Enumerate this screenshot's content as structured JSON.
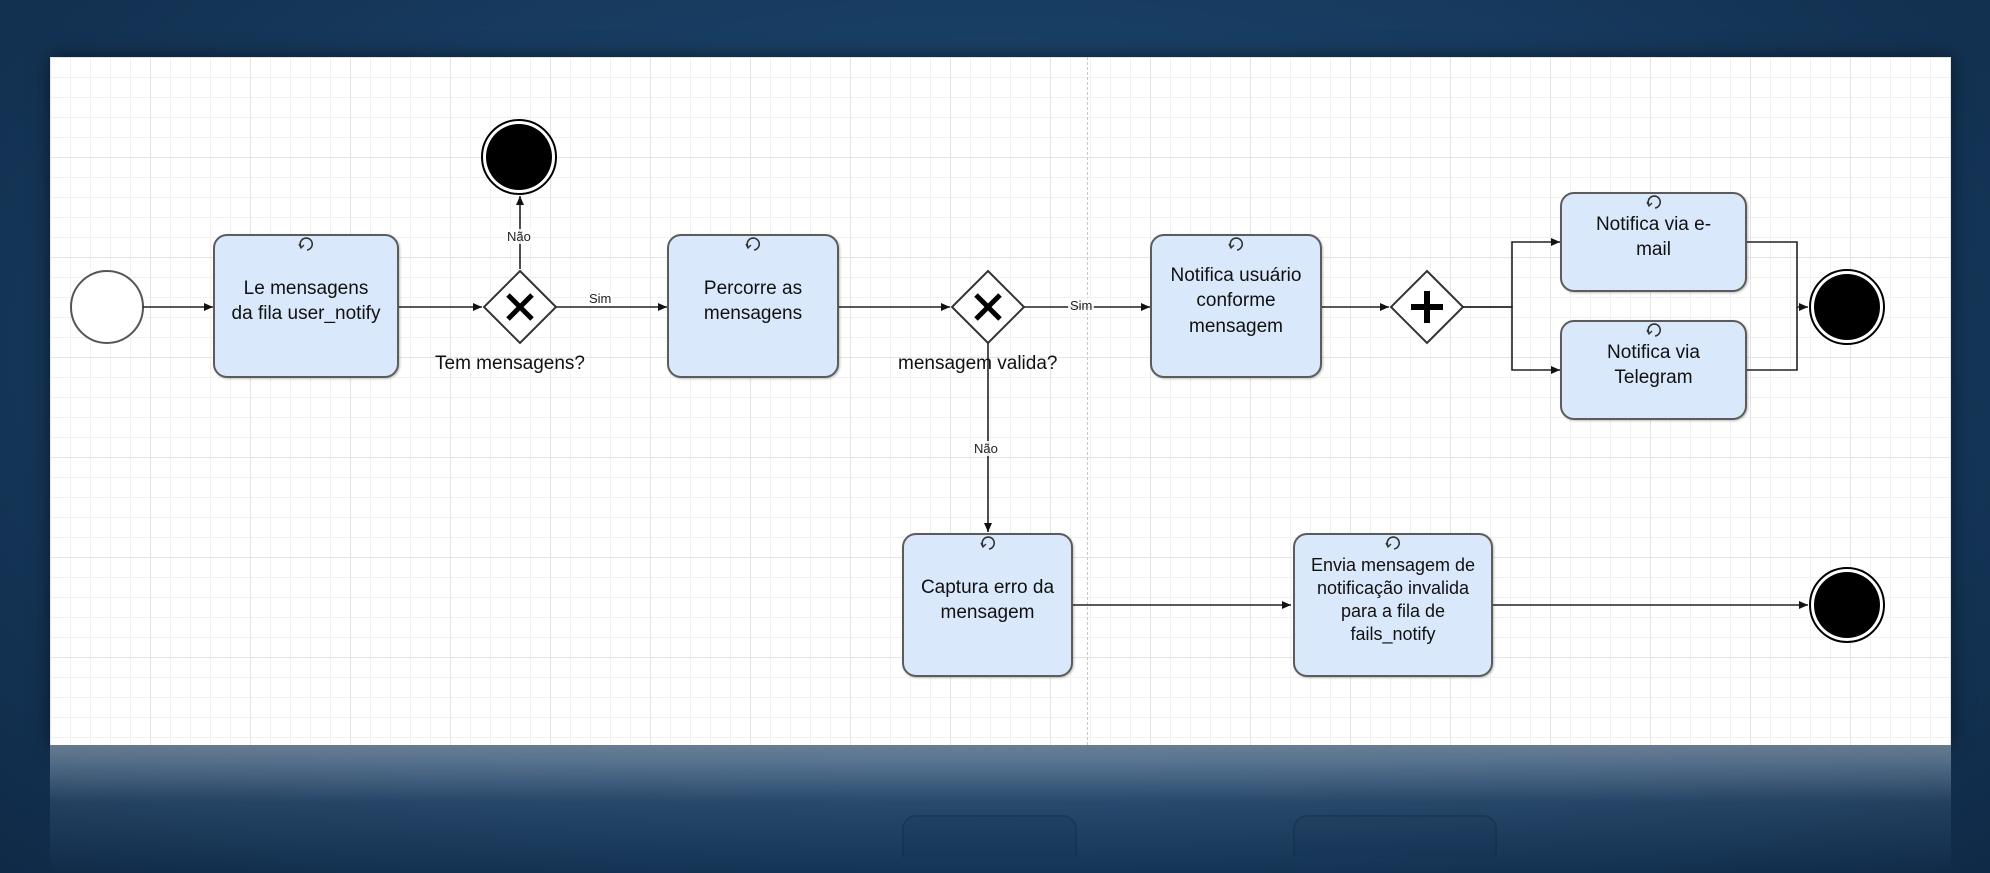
{
  "diagram": {
    "tasks": {
      "read_queue": "Le mensagens da fila user_notify",
      "iterate": "Percorre as mensagens",
      "notify_user": "Notifica usuário conforme mensagem",
      "notify_email": "Notifica via e-mail",
      "notify_telegram": "Notifica via Telegram",
      "capture_error": "Captura erro da mensagem",
      "send_invalid": "Envia mensagem de notificação invalida para a fila de fails_notify"
    },
    "gateways": {
      "has_messages": "Tem mensagens?",
      "valid_message": "mensagem valida?"
    },
    "edges": {
      "has_messages_no": "Não",
      "has_messages_yes": "Sim",
      "valid_yes": "Sim",
      "valid_no": "Não"
    }
  },
  "colors": {
    "task_fill": "#dae8fc",
    "task_border": "#5c5c5c",
    "end_event": "#000000",
    "background": "#173a5e"
  }
}
